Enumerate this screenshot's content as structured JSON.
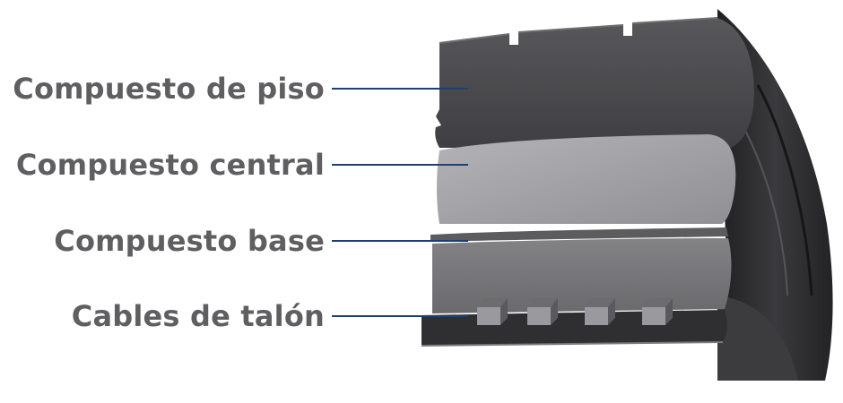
{
  "diagram": {
    "labels": [
      {
        "id": "tread-compound",
        "text": "Compuesto de piso"
      },
      {
        "id": "center-compound",
        "text": "Compuesto central"
      },
      {
        "id": "base-compound",
        "text": "Compuesto base"
      },
      {
        "id": "bead-wires",
        "text": "Cables de talón"
      }
    ]
  },
  "colors": {
    "label_text": "#5f5f62",
    "leader_line": "#1f3f73",
    "tread": "#4a4a4d",
    "center": "#a6a6a9",
    "base": "#77777a",
    "sidewall": "#2b2b2d",
    "bead_wire": "#8c8c90"
  }
}
